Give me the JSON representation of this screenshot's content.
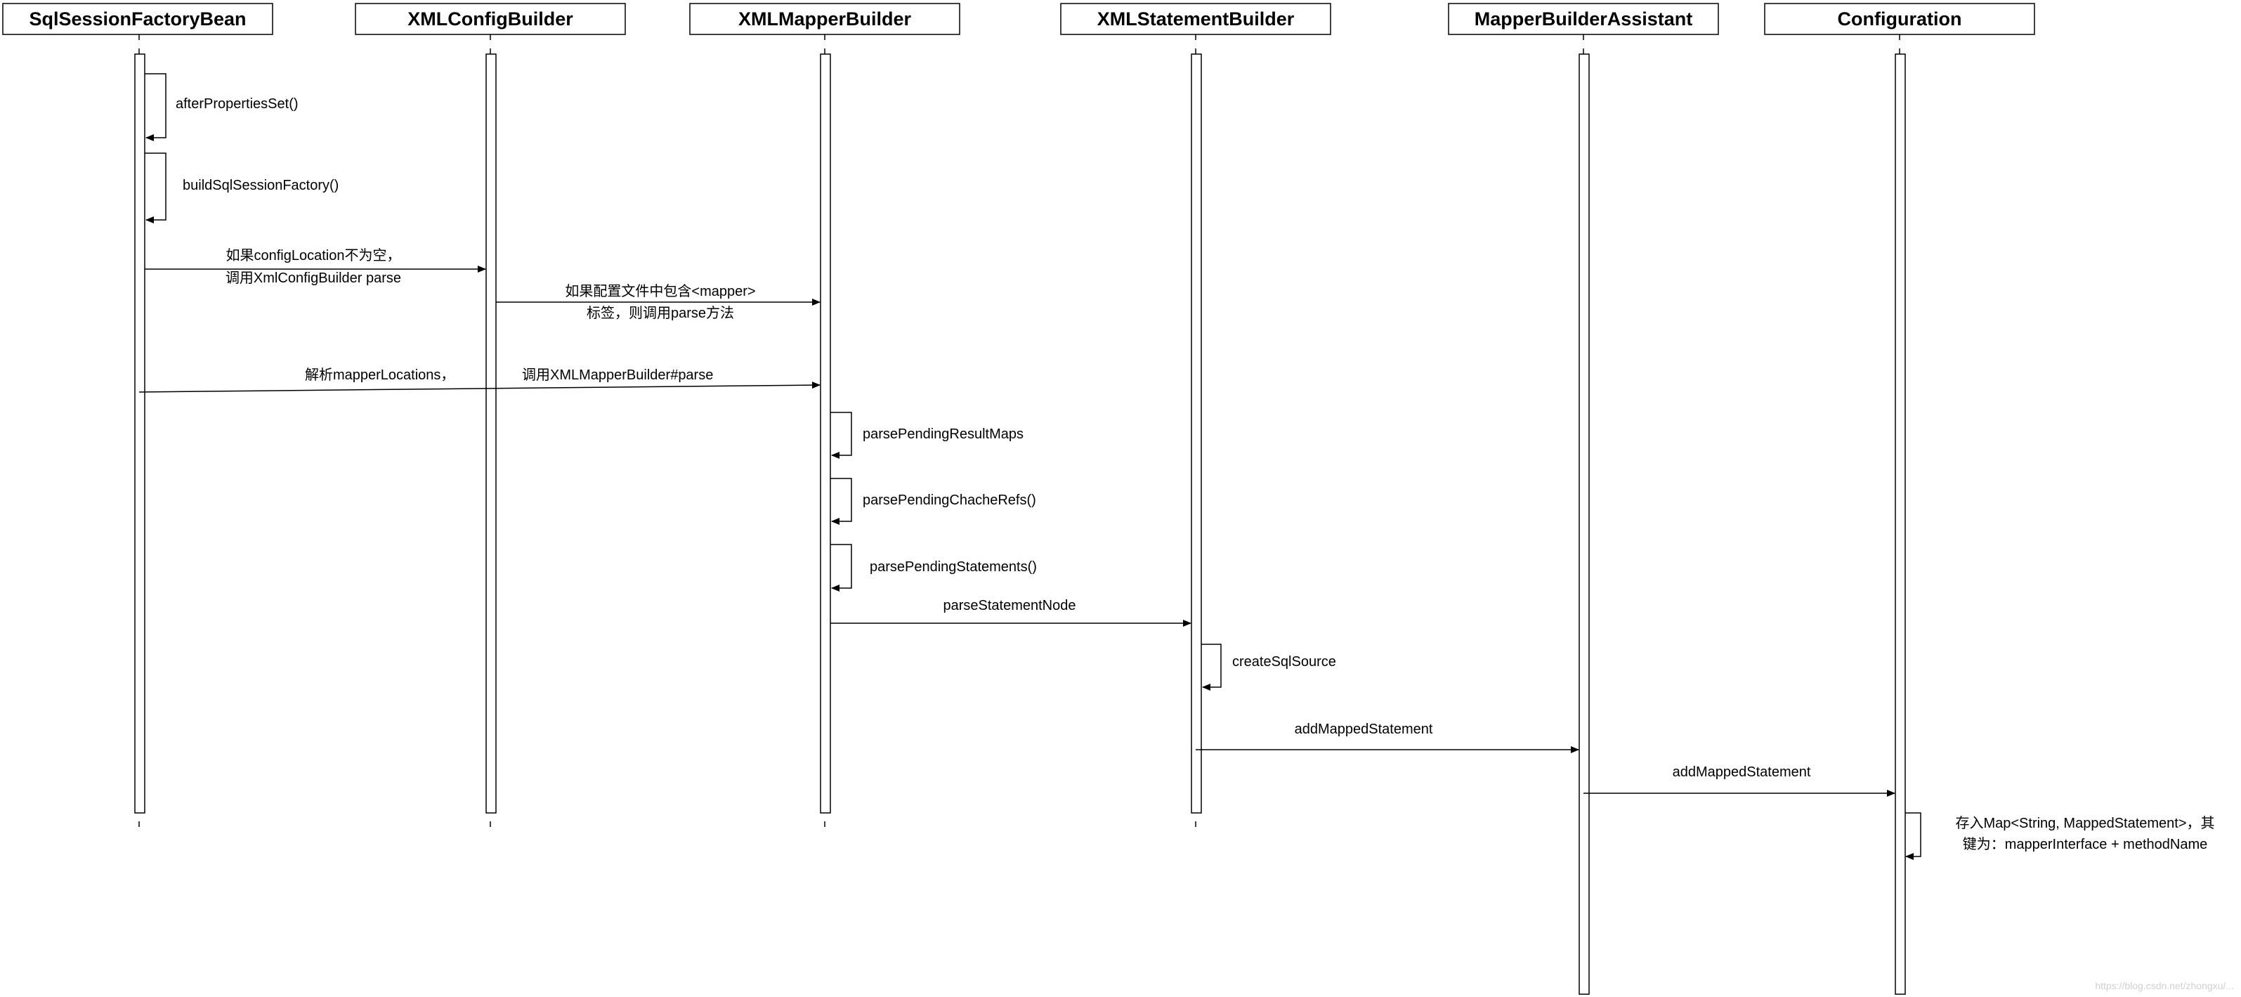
{
  "participants": [
    {
      "id": "p1",
      "name": "SqlSessionFactoryBean"
    },
    {
      "id": "p2",
      "name": "XMLConfigBuilder"
    },
    {
      "id": "p3",
      "name": "XMLMapperBuilder"
    },
    {
      "id": "p4",
      "name": "XMLStatementBuilder"
    },
    {
      "id": "p5",
      "name": "MapperBuilderAssistant"
    },
    {
      "id": "p6",
      "name": "Configuration"
    }
  ],
  "messages": {
    "m1": "afterPropertiesSet()",
    "m2": "buildSqlSessionFactory()",
    "m3": {
      "line1": "如果configLocation不为空，",
      "line2": "调用XmlConfigBuilder parse"
    },
    "m4": {
      "line1": "如果配置文件中包含<mapper>",
      "line2": "标签，则调用parse方法"
    },
    "m5": {
      "part1": "解析mapperLocations，",
      "part2": "调用XMLMapperBuilder#parse"
    },
    "m6": "parsePendingResultMaps",
    "m7": "parsePendingChacheRefs()",
    "m8": "parsePendingStatements()",
    "m9": "parseStatementNode",
    "m10": "createSqlSource",
    "m11": "addMappedStatement",
    "m12": "addMappedStatement",
    "m13": {
      "line1": "存入Map<String, MappedStatement>，其",
      "line2": "键为：mapperInterface + methodName"
    }
  },
  "watermark": "https://blog.csdn.net/zhongxu/..."
}
